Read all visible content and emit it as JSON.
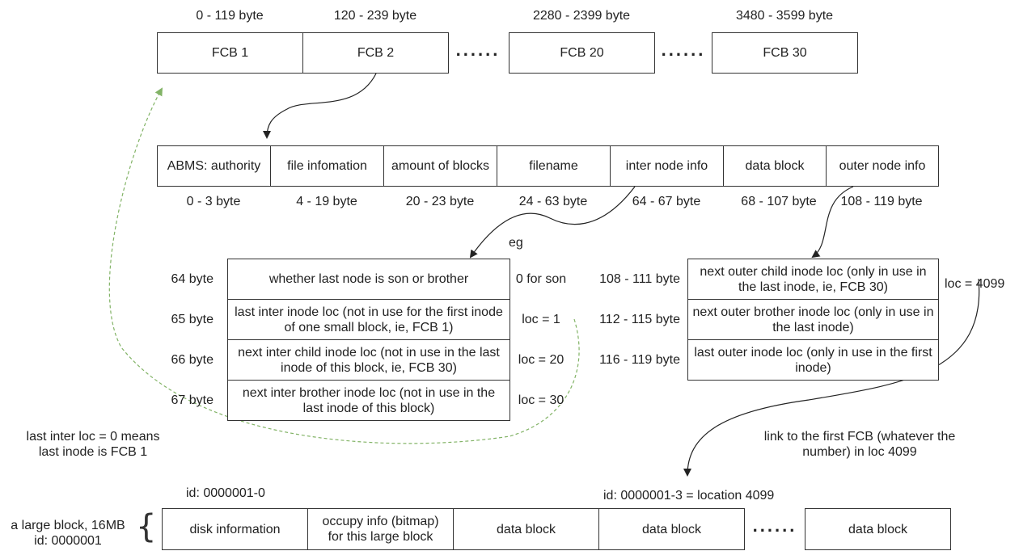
{
  "top_row": {
    "ranges": [
      "0 - 119 byte",
      "120 - 239 byte",
      "2280 - 2399 byte",
      "3480 - 3599 byte"
    ],
    "cells": [
      "FCB 1",
      "FCB 2",
      "FCB 20",
      "FCB 30"
    ],
    "ellipsis": "......"
  },
  "fcb_fields": {
    "cells": [
      "ABMS: authority",
      "file infomation",
      "amount of blocks",
      "filename",
      "inter node info",
      "data block",
      "outer node info"
    ],
    "ranges": [
      "0 - 3 byte",
      "4 -  19 byte",
      "20 - 23 byte",
      "24 - 63 byte",
      "64 - 67 byte",
      "68 - 107  byte",
      "108 - 119  byte"
    ]
  },
  "inter_node": {
    "eg_label": "eg",
    "rows": [
      {
        "byte": "64 byte",
        "text": "whether last node is son or brother",
        "value": "0 for son"
      },
      {
        "byte": "65 byte",
        "text": "last inter inode loc (not in use for the first inode of one small block, ie, FCB 1)",
        "value": "loc = 1"
      },
      {
        "byte": "66 byte",
        "text": "next inter child inode loc (not in use in the last inode of this block, ie, FCB 30)",
        "value": "loc = 20"
      },
      {
        "byte": "67 byte",
        "text": "next inter brother inode loc (not in use in the last inode of this block)",
        "value": "loc = 30"
      }
    ]
  },
  "outer_node": {
    "value": "loc = 4099",
    "rows": [
      {
        "byte": "108 - 111 byte",
        "text": "next outer child inode loc (only in use in the last inode, ie, FCB 30)"
      },
      {
        "byte": "112 - 115 byte",
        "text": "next outer brother inode loc (only in use in the last inode)"
      },
      {
        "byte": "116 - 119 byte",
        "text": "last outer inode loc (only in use in the first inode)"
      }
    ]
  },
  "annotations": {
    "last_inter": "last inter loc = 0 means\nlast inode is FCB 1",
    "link_first_fcb": "link to the first FCB (whatever the\nnumber) in loc 4099"
  },
  "large_block": {
    "label": "a large block, 16MB\nid: 0000001",
    "id_first": "id: 0000001-0",
    "id_location": "id: 0000001-3 = location 4099",
    "cells": [
      "disk information",
      "occupy info (bitmap)\nfor this large block",
      "data block",
      "data block",
      "data block"
    ],
    "ellipsis": "......"
  },
  "colors": {
    "line": "#333333",
    "dashed_arrow": "#82b366"
  }
}
